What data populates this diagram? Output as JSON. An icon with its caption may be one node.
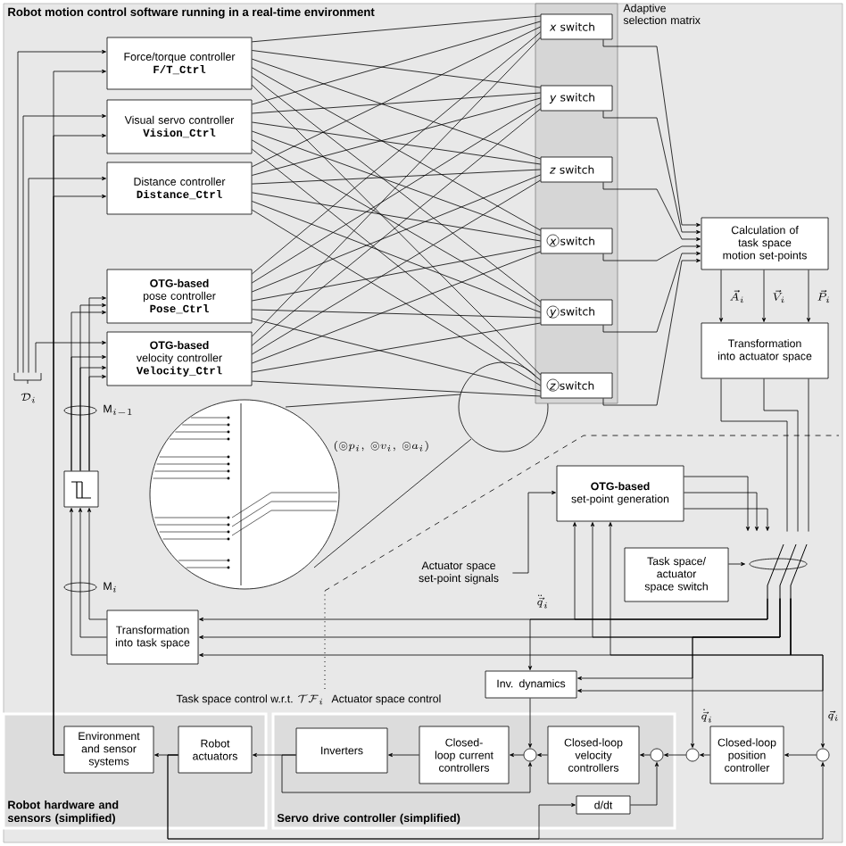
{
  "diagram": {
    "nodes": [
      {
        "text": [
          "Robot motion control software running in a real-time environment"
        ]
      },
      {
        "text": [
          "Force/torque controller",
          "F/T_Ctrl"
        ],
        "in": 0
      },
      {
        "text": [
          "Visual servo controller",
          "Vision_Ctrl"
        ],
        "in": 0
      },
      {
        "text": [
          "Distance controller",
          "Distance_Ctrl"
        ],
        "in": 0
      },
      {
        "text": [
          "OTG-based",
          "pose controller",
          "Pose_Ctrl"
        ],
        "in": 0
      },
      {
        "text": [
          "OTG-based",
          "velocity controller",
          "Velocity_Ctrl"
        ],
        "in": 0
      },
      {
        "text": [
          "Adaptive selection matrix"
        ],
        "in": 0
      },
      {
        "text": [
          "*x* switch"
        ],
        "in": 6
      },
      {
        "text": [
          "*y* switch"
        ],
        "in": 6
      },
      {
        "text": [
          "*z* switch"
        ],
        "in": 6
      },
      {
        "text": [
          "*x* switch"
        ],
        "in": 6
      },
      {
        "text": [
          "*y* switch"
        ],
        "in": 6
      },
      {
        "text": [
          "*z* switch"
        ],
        "in": 6
      },
      {
        "text": [
          "Calculation of task space motion set-points"
        ],
        "in": 0
      },
      {
        "text": [
          "Transformation into actuator space"
        ],
        "in": 0
      },
      {
        "text": [],
        "shape": "box",
        "in": 0
      },
      {
        "text": [
          "OTG-based",
          "set-point generation"
        ],
        "in": 0
      },
      {
        "text": [
          "Actuator space set-point signals"
        ],
        "in": 0
      },
      {
        "text": [
          "Task space/ actuator space switch"
        ],
        "in": 0
      },
      {
        "text": [],
        "shape": "switch",
        "in": 0
      },
      {
        "text": [
          "Transformation into task space"
        ],
        "in": 0
      },
      {
        "text": [
          "Inv. dynamics"
        ],
        "in": 0
      },
      {
        "text": [
          "Robot hardware and sensors (simplified)"
        ],
        "in": 0
      },
      {
        "text": [
          "Environment and sensor systems"
        ],
        "in": 22
      },
      {
        "text": [
          "Robot actuators"
        ],
        "in": 22
      },
      {
        "text": [
          "Servo drive controller (simplified)"
        ],
        "in": 0
      },
      {
        "text": [
          "Inverters"
        ],
        "in": 25
      },
      {
        "text": [
          "Closed-loop current controllers"
        ],
        "in": 25
      },
      {
        "text": [],
        "shape": "circle",
        "in": 25
      },
      {
        "text": [
          "Closed-loop velocity controllers"
        ],
        "in": 25
      },
      {
        "text": [],
        "shape": "circle",
        "in": 25
      },
      {
        "text": [],
        "shape": "circle",
        "in": 0
      },
      {
        "text": [
          "d/dt"
        ],
        "in": 25
      },
      {
        "text": [
          "Closed-loop position controller"
        ],
        "in": 0
      },
      {
        "text": [],
        "shape": "circle",
        "in": 0
      },
      {
        "text": [],
        "shape": "brace",
        "in": 0
      }
    ],
    "edges": [
      {
        "from": 1,
        "to": 7,
        "arrow": "none"
      },
      {
        "from": 1,
        "to": 8,
        "arrow": "none"
      },
      {
        "from": 1,
        "to": 9,
        "arrow": "none"
      },
      {
        "from": 1,
        "to": 10,
        "arrow": "none"
      },
      {
        "from": 1,
        "to": 11,
        "arrow": "none"
      },
      {
        "from": 1,
        "to": 12,
        "arrow": "none"
      },
      {
        "from": 2,
        "to": 7,
        "arrow": "none"
      },
      {
        "from": 2,
        "to": 8,
        "arrow": "none"
      },
      {
        "from": 2,
        "to": 9,
        "arrow": "none"
      },
      {
        "from": 2,
        "to": 10,
        "arrow": "none"
      },
      {
        "from": 2,
        "to": 11,
        "arrow": "none"
      },
      {
        "from": 2,
        "to": 12,
        "arrow": "none"
      },
      {
        "from": 3,
        "to": 7,
        "arrow": "none"
      },
      {
        "from": 3,
        "to": 8,
        "arrow": "none"
      },
      {
        "from": 3,
        "to": 9,
        "arrow": "none"
      },
      {
        "from": 3,
        "to": 10,
        "arrow": "none"
      },
      {
        "from": 3,
        "to": 11,
        "arrow": "none"
      },
      {
        "from": 3,
        "to": 12,
        "arrow": "none"
      },
      {
        "from": 4,
        "to": 7,
        "arrow": "none"
      },
      {
        "from": 4,
        "to": 8,
        "arrow": "none"
      },
      {
        "from": 4,
        "to": 9,
        "arrow": "none"
      },
      {
        "from": 4,
        "to": 10,
        "arrow": "none"
      },
      {
        "from": 4,
        "to": 11,
        "arrow": "none"
      },
      {
        "from": 4,
        "to": 12,
        "arrow": "none"
      },
      {
        "from": 5,
        "to": 7,
        "arrow": "none"
      },
      {
        "from": 5,
        "to": 8,
        "arrow": "none"
      },
      {
        "from": 5,
        "to": 9,
        "arrow": "none"
      },
      {
        "from": 5,
        "to": 10,
        "arrow": "none"
      },
      {
        "from": 5,
        "to": 11,
        "arrow": "none"
      },
      {
        "from": 5,
        "to": 12,
        "arrow": "none"
      },
      {
        "from": 7,
        "to": 13,
        "arrow": "to"
      },
      {
        "from": 8,
        "to": 13,
        "arrow": "to"
      },
      {
        "from": 9,
        "to": 13,
        "arrow": "to"
      },
      {
        "from": 10,
        "to": 13,
        "arrow": "to"
      },
      {
        "from": 11,
        "to": 13,
        "arrow": "to"
      },
      {
        "from": 12,
        "to": 13,
        "arrow": "to"
      },
      {
        "from": 13,
        "to": 14,
        "arrow": "to"
      },
      {
        "from": 13,
        "to": 14,
        "arrow": "to"
      },
      {
        "from": 13,
        "to": 14,
        "arrow": "to"
      },
      {
        "from": 14,
        "to": 19,
        "arrow": "none"
      },
      {
        "from": 14,
        "to": 19,
        "arrow": "none"
      },
      {
        "from": 14,
        "to": 19,
        "arrow": "none"
      },
      {
        "from": 16,
        "to": 19,
        "arrow": "to"
      },
      {
        "from": 16,
        "to": 19,
        "arrow": "to"
      },
      {
        "from": 16,
        "to": 19,
        "arrow": "to"
      },
      {
        "from": 18,
        "to": 19,
        "arrow": "to"
      },
      {
        "from": 17,
        "to": 16,
        "arrow": "to"
      },
      {
        "from": 19,
        "to": 20,
        "arrow": "to"
      },
      {
        "from": 19,
        "to": 20,
        "arrow": "to"
      },
      {
        "from": 19,
        "to": 20,
        "arrow": "to"
      },
      {
        "from": 19,
        "to": 16,
        "arrow": "to"
      },
      {
        "from": 19,
        "to": 16,
        "arrow": "to"
      },
      {
        "from": 19,
        "to": 16,
        "arrow": "to"
      },
      {
        "from": 19,
        "to": 21,
        "arrow": "to"
      },
      {
        "from": 19,
        "to": 21,
        "arrow": "to"
      },
      {
        "from": 19,
        "to": 21,
        "arrow": "to"
      },
      {
        "from": 19,
        "to": 31,
        "arrow": "to"
      },
      {
        "from": 19,
        "to": 34,
        "arrow": "to"
      },
      {
        "from": 21,
        "to": 28,
        "arrow": "to"
      },
      {
        "from": 34,
        "to": 33,
        "arrow": "to"
      },
      {
        "from": 33,
        "to": 31,
        "arrow": "to"
      },
      {
        "from": 31,
        "to": 30,
        "arrow": "to"
      },
      {
        "from": 30,
        "to": 29,
        "arrow": "to"
      },
      {
        "from": 29,
        "to": 28,
        "arrow": "to"
      },
      {
        "from": 28,
        "to": 27,
        "arrow": "to"
      },
      {
        "from": 27,
        "to": 26,
        "arrow": "to"
      },
      {
        "from": 26,
        "to": 24,
        "arrow": "to"
      },
      {
        "from": 24,
        "to": 23,
        "arrow": "to"
      },
      {
        "from": 26,
        "to": 28,
        "arrow": "to"
      },
      {
        "from": 24,
        "to": 32,
        "arrow": "to"
      },
      {
        "from": 24,
        "to": 34,
        "arrow": "to"
      },
      {
        "from": 32,
        "to": 30,
        "arrow": "to"
      },
      {
        "from": 35,
        "to": 1,
        "arrow": "to"
      },
      {
        "from": 35,
        "to": 2,
        "arrow": "to"
      },
      {
        "from": 35,
        "to": 3,
        "arrow": "to"
      },
      {
        "from": 35,
        "to": 5,
        "arrow": "to"
      },
      {
        "from": 23,
        "to": 1,
        "arrow": "to"
      },
      {
        "from": 23,
        "to": 2,
        "arrow": "to"
      },
      {
        "from": 23,
        "to": 3,
        "arrow": "to"
      },
      {
        "from": 20,
        "to": 15,
        "arrow": "to"
      },
      {
        "from": 20,
        "to": 15,
        "arrow": "to"
      },
      {
        "from": 20,
        "to": 15,
        "arrow": "to"
      },
      {
        "from": 15,
        "to": 4,
        "arrow": "to"
      },
      {
        "from": 15,
        "to": 4,
        "arrow": "to"
      },
      {
        "from": 15,
        "to": 4,
        "arrow": "to"
      },
      {
        "from": 15,
        "to": 5,
        "arrow": "to"
      },
      {
        "from": 15,
        "to": 5,
        "arrow": "to"
      },
      {
        "from": 15,
        "to": 5,
        "arrow": "to"
      }
    ],
    "labels": [
      "\\vec{A}_i",
      "\\vec{V}_i",
      "\\vec{P}_i",
      "\\mathcal{D}_i",
      "\\mathrm{M}_{i-1}",
      "(\\circledcirc p_i,\\ \\circledcirc v_i,\\ \\circledcirc a_i)",
      "\\mathrm{M}_i",
      "\\ddot{\\vec{q}}_i",
      "Task space control w.r.t.",
      "\\mathcal{TF}_i",
      "Actuator space control",
      "\\dot{\\vec{q}}_i",
      "\\vec{q}_i"
    ]
  }
}
